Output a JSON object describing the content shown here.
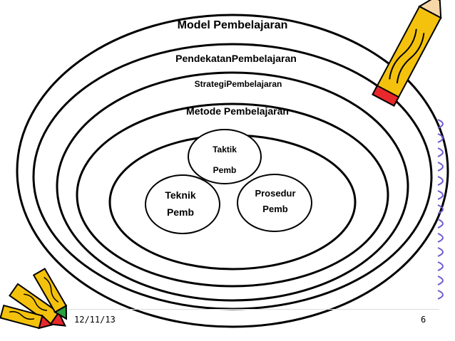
{
  "diagram": {
    "title": "Model Pembelajaran",
    "approach": "PendekatanPembelajaran",
    "strategy": "StrategiPembelajaran",
    "method": "Metode Pembelajaran",
    "tactic": {
      "line1": "Taktik",
      "line2": "Pemb"
    },
    "technique": {
      "line1": "Teknik",
      "line2": "Pemb"
    },
    "procedure": {
      "line1": "Prosedur",
      "line2": "Pemb"
    }
  },
  "footer": {
    "date": "12/11/13",
    "page_number": "6"
  },
  "decorations": {
    "top_right": "pencil-clipart-icon",
    "bottom_left": "crayons-clipart-icon",
    "right_edge": "spiral-binding-icon"
  },
  "colors": {
    "ring_stroke": "#000000",
    "pencil_body": "#f4c20d",
    "pencil_tip": "#e8282b",
    "binding": "#6a5acd"
  }
}
